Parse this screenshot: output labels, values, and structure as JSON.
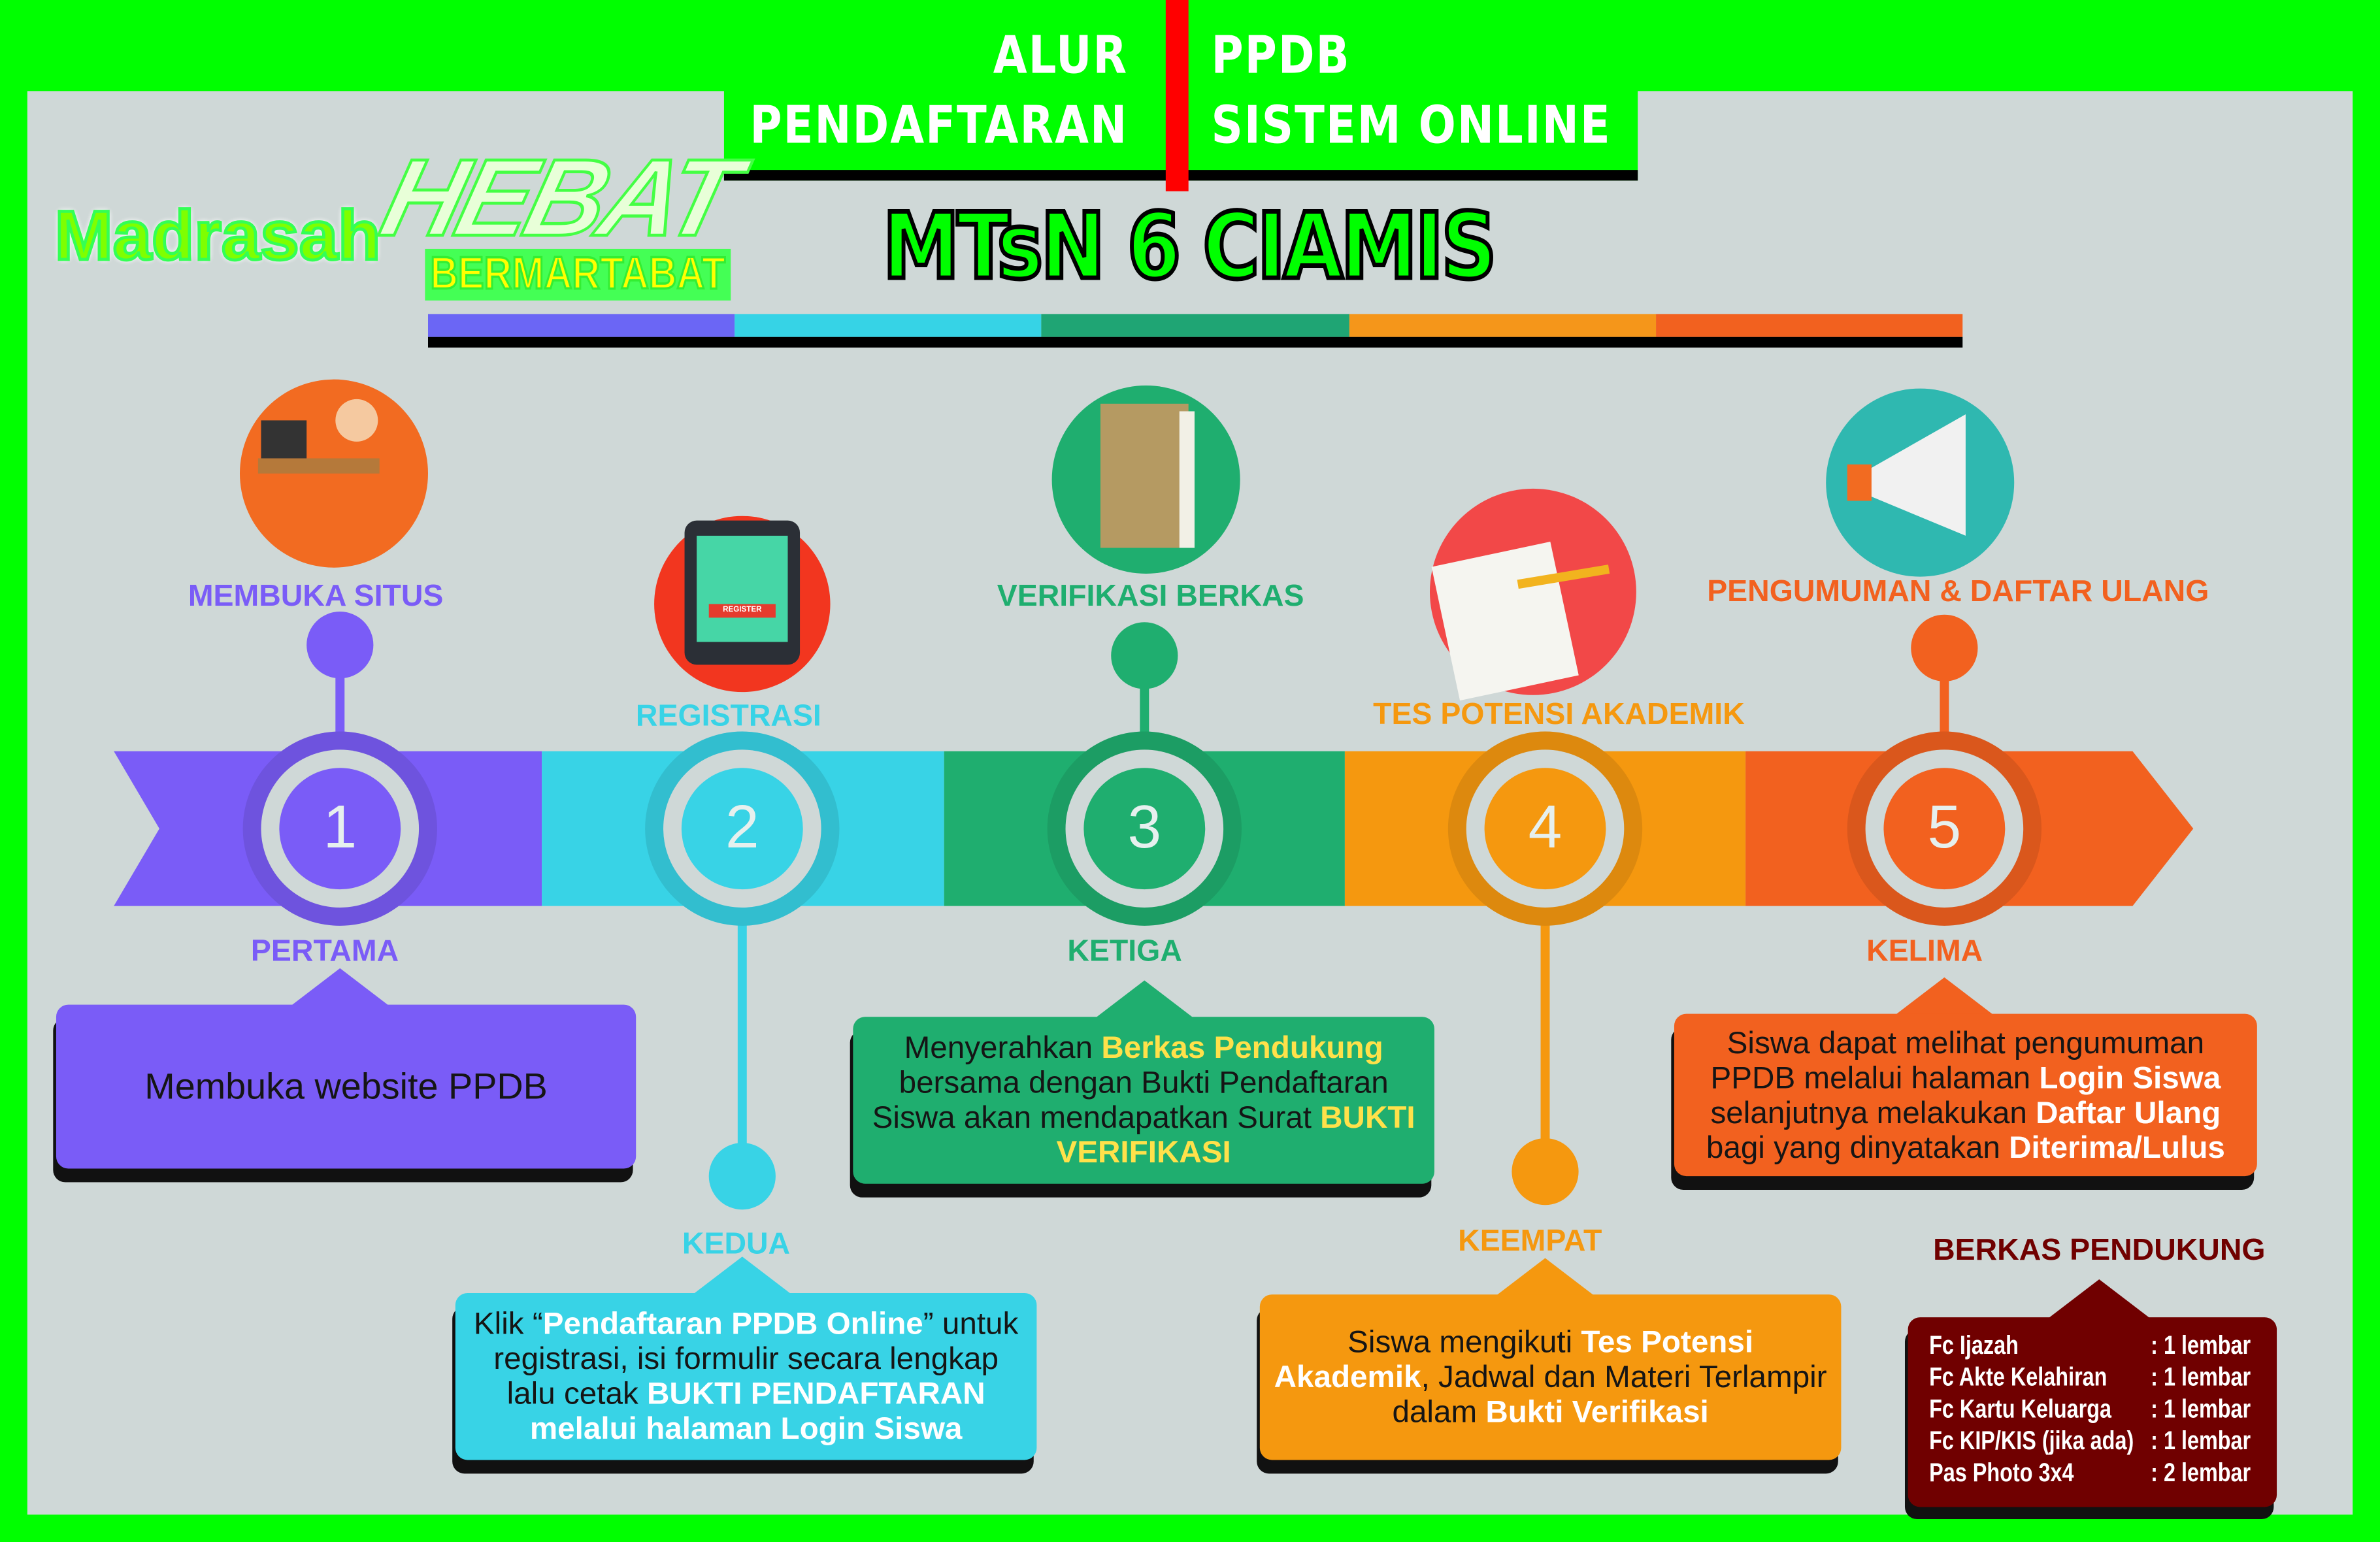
{
  "header": {
    "left_lines": [
      "ALUR",
      "PENDAFTARAN"
    ],
    "right_lines": [
      "PPDB",
      "SISTEM ONLINE"
    ]
  },
  "school_name": "MTsN 6 CIAMIS",
  "logo": {
    "word1": "Madrasah",
    "word2": "HEBAT",
    "word3": "BERMARTABAT"
  },
  "colors": {
    "purple": "#7a5cf7",
    "cyan": "#38d3e6",
    "green": "#1fae6f",
    "orange": "#f5980f",
    "red_orange": "#f2611f",
    "maroon": "#700000",
    "bright_green": "#00ff00"
  },
  "steps": [
    {
      "number": "1",
      "title": "MEMBUKA SITUS",
      "ordinal": "PERTAMA",
      "color": "#7a5cf7",
      "icon": "computer-user-icon",
      "text": [
        {
          "t": "Membuka website PPDB",
          "h": false
        }
      ]
    },
    {
      "number": "2",
      "title": "REGISTRASI",
      "ordinal": "KEDUA",
      "color": "#38d3e6",
      "icon": "tablet-register-icon",
      "icon_label": "REGISTER",
      "text": [
        {
          "t": "Klik “",
          "h": false
        },
        {
          "t": "Pendaftaran PPDB Online",
          "h": true
        },
        {
          "t": "” untuk registrasi, isi formulir secara lengkap lalu cetak ",
          "h": false
        },
        {
          "t": "BUKTI PENDAFTARAN melalui halaman Login Siswa",
          "h": true
        }
      ]
    },
    {
      "number": "3",
      "title": "VERIFIKASI BERKAS",
      "ordinal": "KETIGA",
      "color": "#1fae6f",
      "icon": "document-folder-icon",
      "text": [
        {
          "t": "Menyerahkan ",
          "h": false
        },
        {
          "t": "Berkas Pendukung",
          "h": true
        },
        {
          "t": " bersama dengan Bukti Pendaftaran Siswa akan mendapatkan Surat ",
          "h": false
        },
        {
          "t": "BUKTI VERIFIKASI",
          "h": true
        }
      ]
    },
    {
      "number": "4",
      "title": "TES POTENSI AKADEMIK",
      "ordinal": "KEEMPAT",
      "color": "#f5980f",
      "icon": "test-paper-icon",
      "text": [
        {
          "t": "Siswa mengikuti ",
          "h": false
        },
        {
          "t": "Tes Potensi Akademik",
          "h": true
        },
        {
          "t": ", Jadwal dan Materi Terlampir dalam ",
          "h": false
        },
        {
          "t": "Bukti Verifikasi",
          "h": true
        }
      ]
    },
    {
      "number": "5",
      "title": "PENGUMUMAN & DAFTAR ULANG",
      "ordinal": "KELIMA",
      "color": "#f2611f",
      "icon": "megaphone-icon",
      "text": [
        {
          "t": "Siswa dapat melihat pengumuman PPDB melalui halaman ",
          "h": false
        },
        {
          "t": "Login Siswa",
          "h": true
        },
        {
          "t": " selanjutnya melakukan ",
          "h": false
        },
        {
          "t": "Daftar Ulang",
          "h": true
        },
        {
          "t": " bagi yang dinyatakan ",
          "h": false
        },
        {
          "t": "Diterima/Lulus",
          "h": true
        }
      ]
    }
  ],
  "berkas": {
    "title": "BERKAS PENDUKUNG",
    "items": [
      {
        "name": "Fc Ijazah",
        "qty": ": 1 lembar"
      },
      {
        "name": "Fc Akte Kelahiran",
        "qty": ": 1 lembar"
      },
      {
        "name": "Fc Kartu Keluarga",
        "qty": ": 1 lembar"
      },
      {
        "name": "Fc KIP/KIS (jika ada)",
        "qty": ": 1 lembar"
      },
      {
        "name": "Pas Photo 3x4",
        "qty": ": 2 lembar"
      }
    ]
  }
}
